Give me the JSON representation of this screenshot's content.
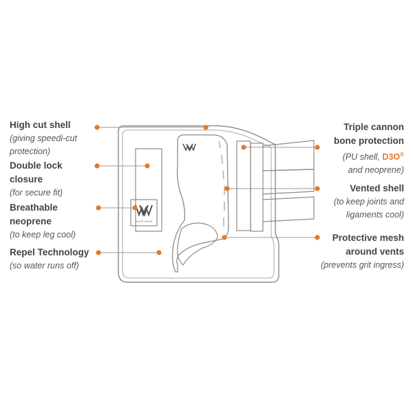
{
  "colors": {
    "accent": "#e07a2e",
    "outline": "#8a8a8a",
    "text": "#444444",
    "line": "#999999"
  },
  "callouts": {
    "high_cut": {
      "title": "High cut shell",
      "sub1": "(giving speedi-cut",
      "sub2": "protection)"
    },
    "double_lock": {
      "title1": "Double lock",
      "title2": "closure",
      "sub": "(for secure fit)"
    },
    "breathable": {
      "title1": "Breathable",
      "title2": "neoprene",
      "sub": "(to keep leg cool)"
    },
    "repel": {
      "title": "Repel Technology",
      "sub": "(so water runs off)"
    },
    "triple": {
      "title1": "Triple cannon",
      "title2": "bone protection",
      "sub1_pre": "(PU shell, ",
      "sub1_brand": "D3O",
      "sub1_mark": "®",
      "sub2": "and neoprene)"
    },
    "vented": {
      "title": "Vented shell",
      "sub1": "(to keep joints and",
      "sub2": "ligaments cool)"
    },
    "mesh": {
      "title1": "Protective mesh",
      "title2": "around vents",
      "sub": "(prevents grit ingress)"
    }
  },
  "logo": {
    "brand_text": "WOOF WEAR"
  },
  "icons": [
    "ww-logo-icon",
    "callout-dot-icon"
  ]
}
